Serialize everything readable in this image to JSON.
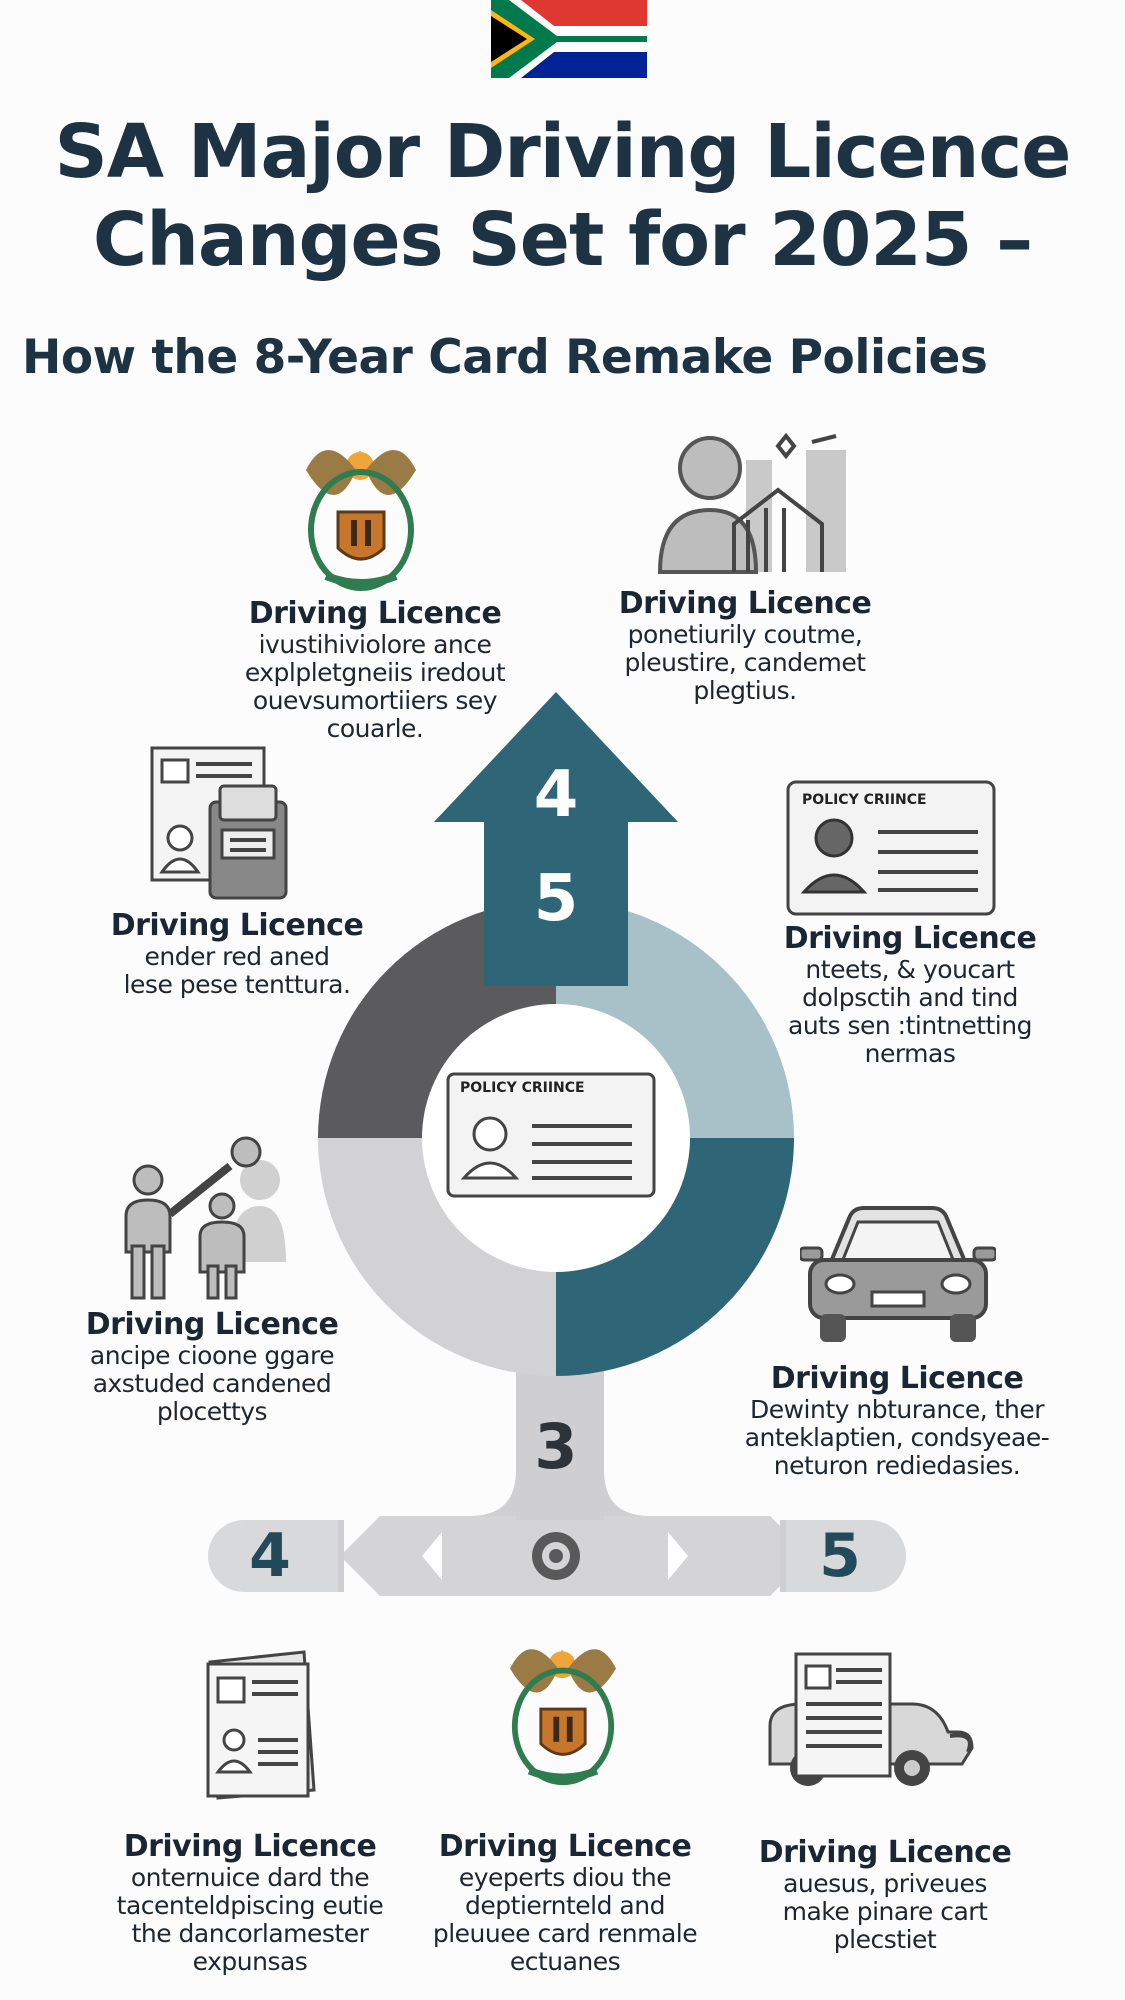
{
  "title_line1": "SA Major Driving Licence",
  "title_line2": "Changes Set for 2025 –",
  "subtitle": "How the 8-Year Card Remake Policies",
  "center_card_label": "POLICY CRIINCE",
  "flow_numbers": {
    "arrow_top": "4",
    "arrow_bottom": "5",
    "stem": "3",
    "left_pill": "4",
    "right_pill": "5"
  },
  "items": [
    {
      "heading": "Driving Licence",
      "lines": [
        "ivustihiviolore ance",
        "explpletgneiis iredout",
        "ouevsumortiiers sey",
        "couarle."
      ],
      "icon": "coat-of-arms-icon"
    },
    {
      "heading": "Driving Licence",
      "lines": [
        "ponetiurily coutme,",
        "pleustire, candemet",
        "plegtius."
      ],
      "icon": "person-growth-icon"
    },
    {
      "heading": "Driving Licence",
      "lines": [
        "ender red aned",
        "lese pese tenttura."
      ],
      "icon": "documents-printer-icon"
    },
    {
      "heading": "Driving Licence",
      "lines": [
        "nteets, & youcart",
        "dolpsctih and tind",
        "auts sen :tintnetting",
        "nermas"
      ],
      "icon": "licence-card-icon",
      "card_label": "POLICY CRIINCE"
    },
    {
      "heading": "Driving Licence",
      "lines": [
        "ancipe cioone ggare",
        "axstuded candened",
        "plocettys"
      ],
      "icon": "people-handover-icon"
    },
    {
      "heading": "Driving Licence",
      "lines": [
        "Dewinty nbturance, ther",
        "anteklaptien, condsyeae-",
        "neturon rediedasies."
      ],
      "icon": "car-icon"
    },
    {
      "heading": "Driving Licence",
      "lines": [
        "onternuice dard the",
        "tacenteldpiscing eutie",
        "the dancorlamester",
        "expunsas"
      ],
      "icon": "licence-booklet-icon"
    },
    {
      "heading": "Driving Licence",
      "lines": [
        "eyeperts diou the",
        "deptiernteld and",
        "pleuuee card renmale",
        "ectuanes"
      ],
      "icon": "coat-of-arms-icon"
    },
    {
      "heading": "Driving Licence",
      "lines": [
        "auesus, priveues",
        "make pinare cart",
        "plecstiet"
      ],
      "icon": "vehicle-document-icon"
    }
  ],
  "colors": {
    "teal": "#2e6577",
    "light_teal": "#a9c0c7",
    "dark_grey": "#5c5c5e",
    "light_grey": "#d0d0d2",
    "title": "#1d3344"
  }
}
